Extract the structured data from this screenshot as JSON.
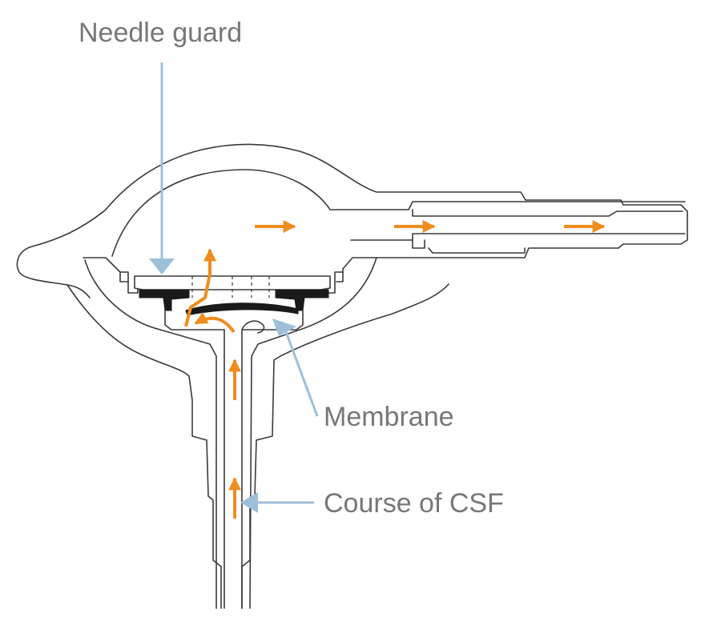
{
  "labels": {
    "needle_guard": "Needle guard",
    "membrane": "Membrane",
    "course_of_csf": "Course of CSF"
  },
  "colors": {
    "flow_arrow": "#F08C1E",
    "pointer": "#9DC0D8",
    "outline": "#3A3A3A",
    "label": "#777777"
  }
}
